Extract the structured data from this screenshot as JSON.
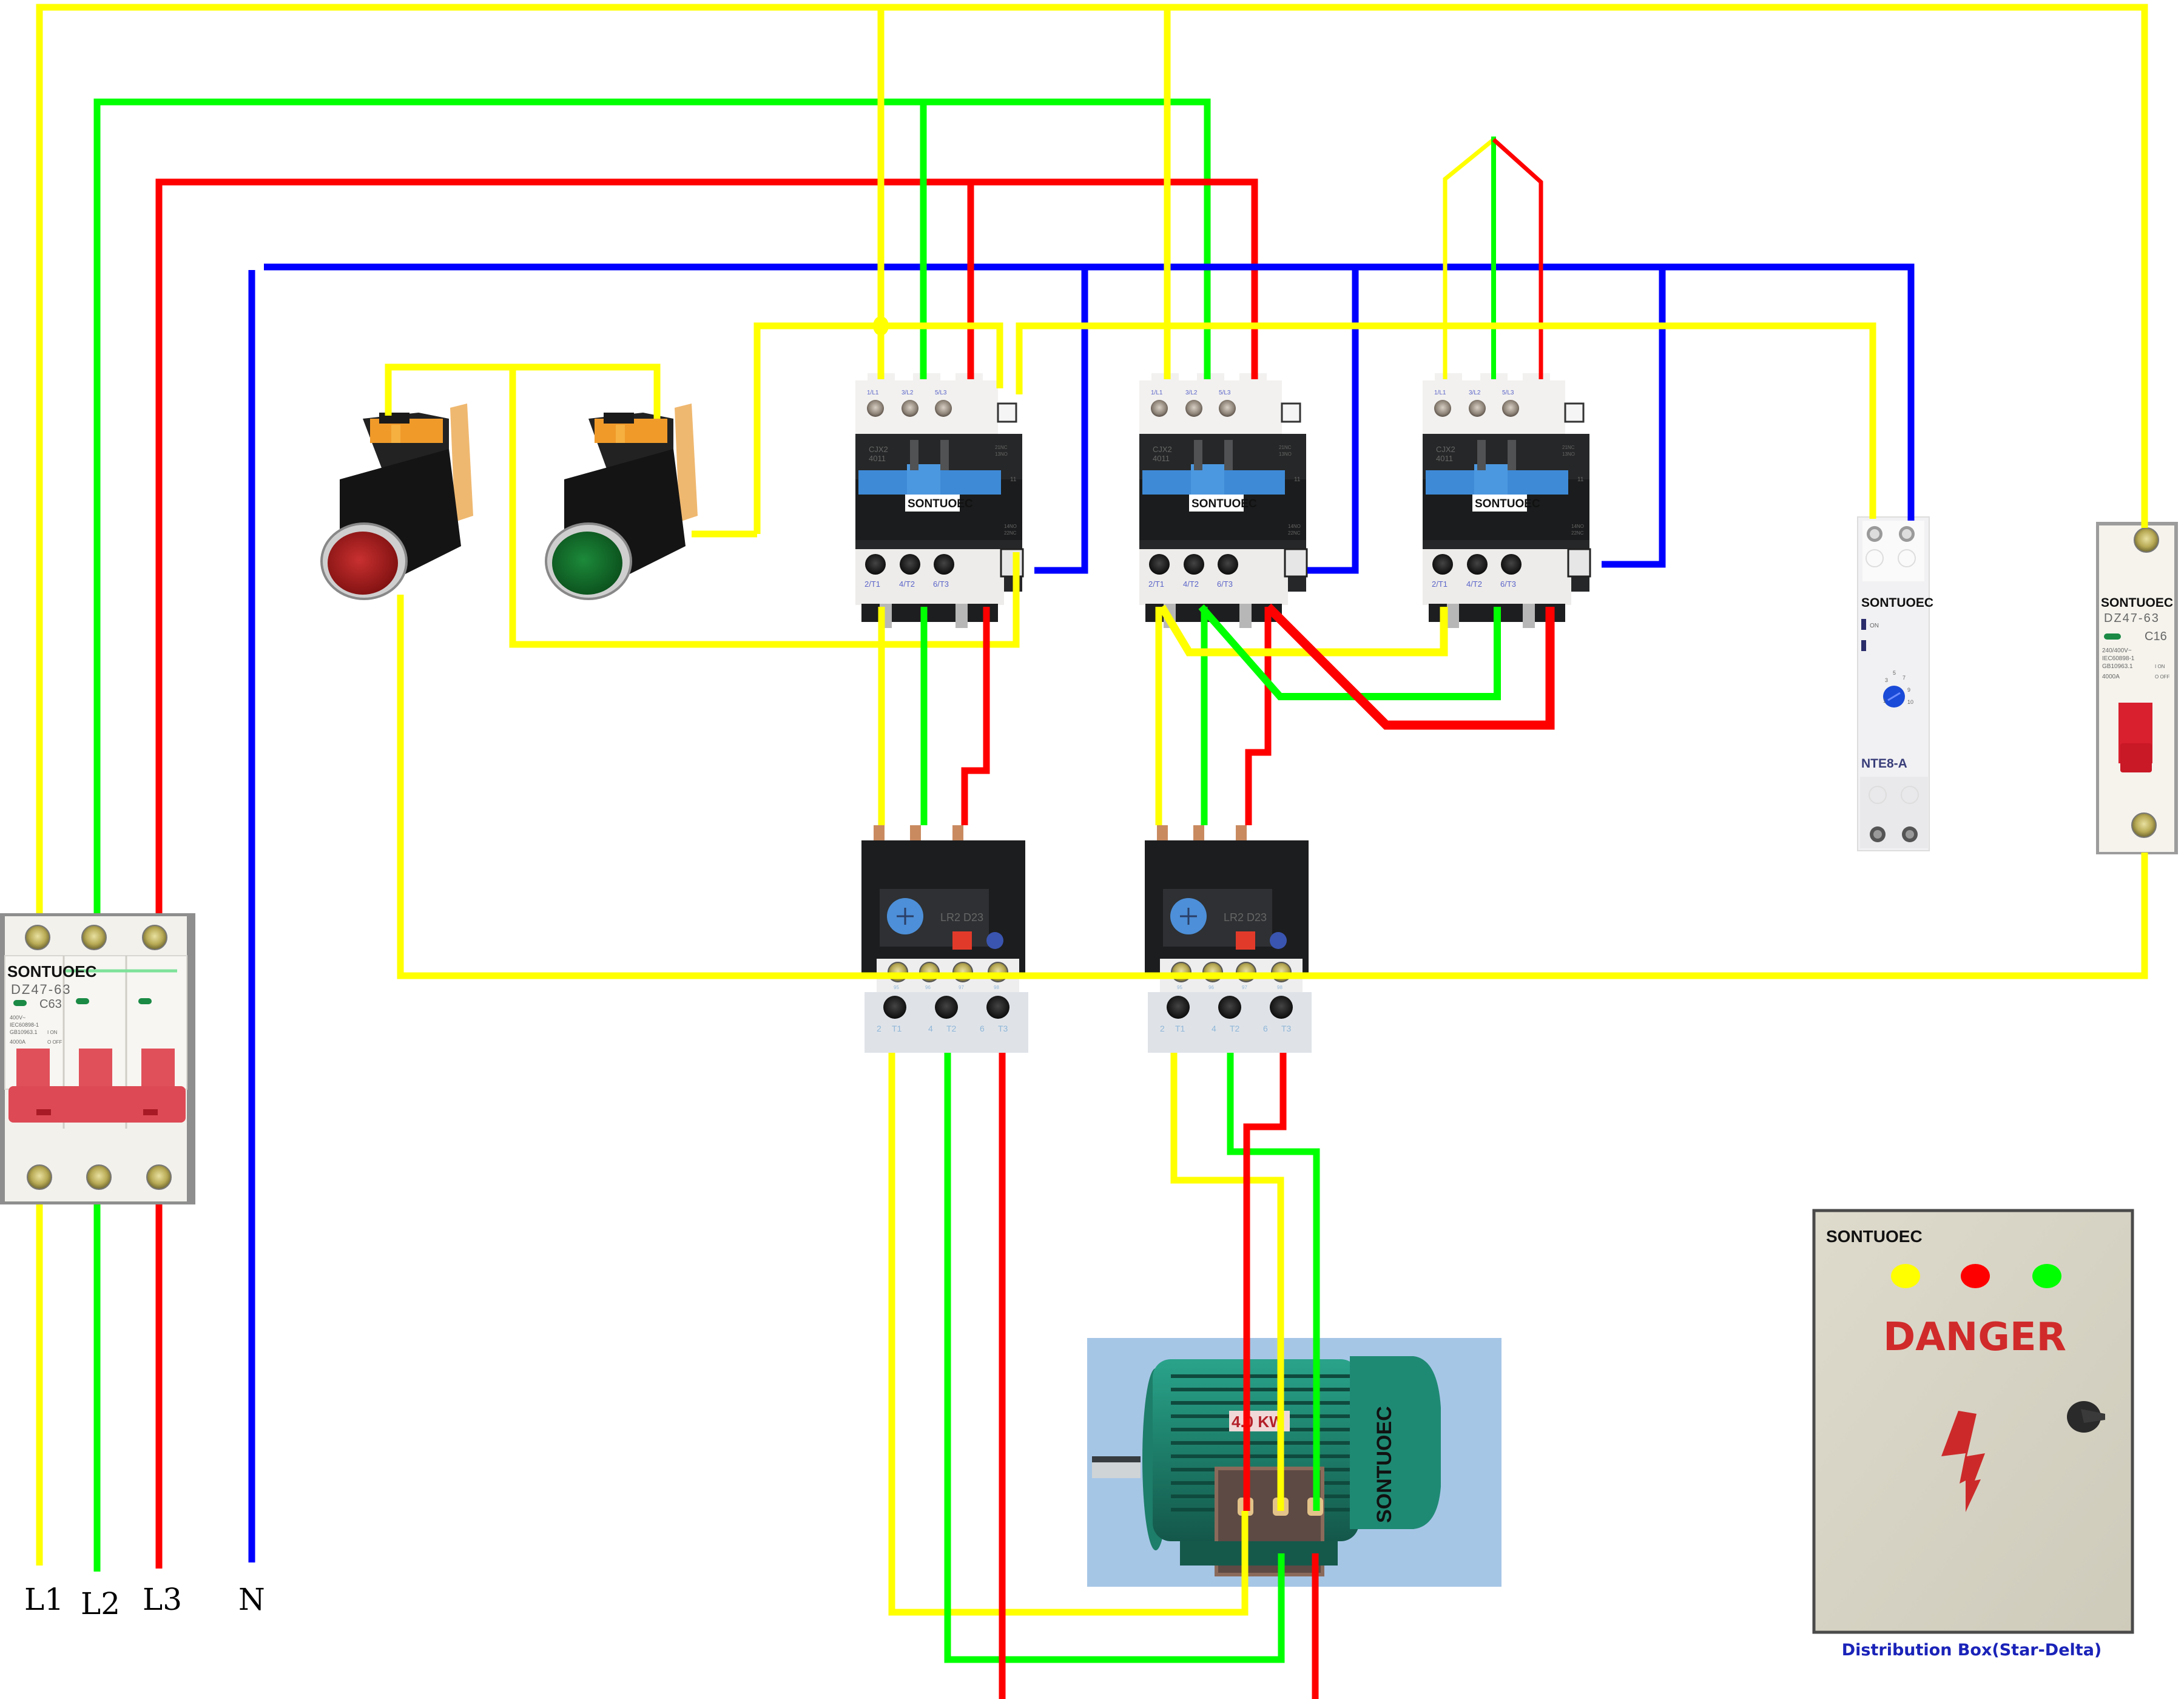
{
  "diagram": {
    "title": "Star-Delta Motor Starter Wiring Diagram",
    "brand": "SONTUOEC",
    "wire_colors": {
      "L1": "#ffff00",
      "L2": "#00ff00",
      "L3": "#ff0000",
      "N": "#0000ff"
    },
    "supply_labels": {
      "L1": "L1",
      "L2": "L2",
      "L3": "L3",
      "N": "N"
    },
    "main_breaker": {
      "brand": "SONTUOEC",
      "model": "DZ47-63",
      "rating": "C63",
      "specs": [
        "400V~",
        "IEC60898-1",
        "GB10963.1",
        "4000A"
      ],
      "on_label": "I ON",
      "off_label": "O OFF",
      "poles": 3
    },
    "push_buttons": [
      {
        "id": "stop",
        "color": "#a81c1c",
        "role": "Stop"
      },
      {
        "id": "start",
        "color": "#13692a",
        "role": "Start"
      }
    ],
    "contactors": [
      {
        "id": "KM1",
        "model_line1": "CJX2",
        "model_line2": "4011",
        "brand": "SONTUOEC",
        "top_terminals": [
          "1/L1",
          "3/L2",
          "5/L3"
        ],
        "bottom_terminals": [
          "2/T1",
          "4/T2",
          "6/T3"
        ],
        "aux_top": [
          "21NC",
          "13NO"
        ],
        "aux_bottom": [
          "14NO",
          "22NC"
        ],
        "aux_mark": "11"
      },
      {
        "id": "KM2",
        "model_line1": "CJX2",
        "model_line2": "4011",
        "brand": "SONTUOEC",
        "top_terminals": [
          "1/L1",
          "3/L2",
          "5/L3"
        ],
        "bottom_terminals": [
          "2/T1",
          "4/T2",
          "6/T3"
        ],
        "aux_top": [
          "21NC",
          "13NO"
        ],
        "aux_bottom": [
          "14NO",
          "22NC"
        ],
        "aux_mark": "11"
      },
      {
        "id": "KM3",
        "model_line1": "CJX2",
        "model_line2": "4011",
        "brand": "SONTUOEC",
        "top_terminals": [
          "1/L1",
          "3/L2",
          "5/L3"
        ],
        "bottom_terminals": [
          "2/T1",
          "4/T2",
          "6/T3"
        ],
        "aux_top": [
          "21NC",
          "13NO"
        ],
        "aux_bottom": [
          "14NO",
          "22NC"
        ],
        "aux_mark": "11"
      }
    ],
    "overload_relays": [
      {
        "id": "FR1",
        "model": "LR2 D23",
        "aux_terminals": [
          "95",
          "96",
          "97",
          "98"
        ],
        "bottom_terminals": [
          "2",
          "T1",
          "4",
          "T2",
          "6",
          "T3"
        ]
      },
      {
        "id": "FR2",
        "model": "LR2 D23",
        "aux_terminals": [
          "95",
          "96",
          "97",
          "98"
        ],
        "bottom_terminals": [
          "2",
          "T1",
          "4",
          "T2",
          "6",
          "T3"
        ]
      }
    ],
    "timer": {
      "brand": "SONTUOEC",
      "model": "NTE8-A",
      "led_on": "ON",
      "dial_marks": [
        "1",
        "3",
        "5",
        "7",
        "9",
        "10"
      ]
    },
    "control_breaker": {
      "brand": "SONTUOEC",
      "model": "DZ47-63",
      "rating": "C16",
      "specs": [
        "240/400V~",
        "IEC60898-1",
        "GB10963.1",
        "4000A"
      ],
      "on_label": "I ON",
      "off_label": "O OFF"
    },
    "motor": {
      "brand": "SONTUOEC",
      "power": "4.0 KW",
      "body_color": "#1f8a74"
    },
    "distribution_box": {
      "brand": "SONTUOEC",
      "warning": "DANGER",
      "indicator_lights": [
        "#ffff00",
        "#ff0000",
        "#00ff00"
      ],
      "caption": "Distribution Box(Star-Delta)"
    }
  }
}
